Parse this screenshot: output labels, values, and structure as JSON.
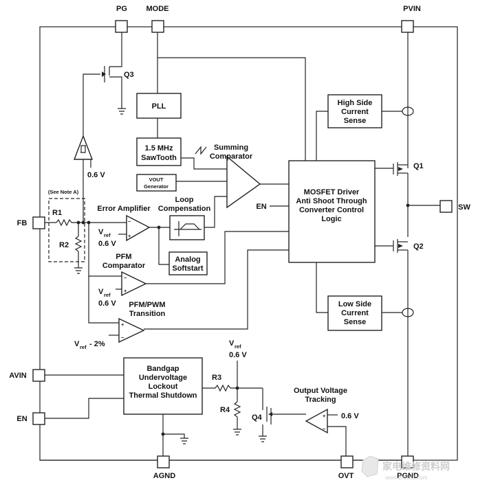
{
  "pins": {
    "pg": "PG",
    "mode": "MODE",
    "pvin": "PVIN",
    "fb": "FB",
    "sw": "SW",
    "avin": "AVIN",
    "en_pin": "EN",
    "agnd": "AGND",
    "ovt": "OVT",
    "pgnd": "PGND"
  },
  "blocks": {
    "pll": "PLL",
    "sawtooth_1": "1.5 MHz",
    "sawtooth_2": "SawTooth",
    "vout_gen_1": "VOUT",
    "vout_gen_2": "Generator",
    "summing_1": "Summing",
    "summing_2": "Comparator",
    "driver_1": "MOSFET Driver",
    "driver_2": "Anti Shoot Through",
    "driver_3": "Converter Control",
    "driver_4": "Logic",
    "driver_en": "EN",
    "hs_1": "High Side",
    "hs_2": "Current",
    "hs_3": "Sense",
    "ls_1": "Low Side",
    "ls_2": "Current",
    "ls_3": "Sense",
    "err_amp": "Error Amplifier",
    "loop_1": "Loop",
    "loop_2": "Compensation",
    "soft_1": "Analog",
    "soft_2": "Softstart",
    "pfm_1": "PFM",
    "pfm_2": "Comparator",
    "pfmpwm_1": "PFM/PWM",
    "pfmpwm_2": "Transition",
    "bg_1": "Bandgap",
    "bg_2": "Undervoltage",
    "bg_3": "Lockout",
    "bg_4": "Thermal Shutdown",
    "ovt_1": "Output Voltage",
    "ovt_2": "Tracking"
  },
  "labels": {
    "q1": "Q1",
    "q2": "Q2",
    "q3": "Q3",
    "q4": "Q4",
    "r1": "R1",
    "r2": "R2",
    "r3": "R3",
    "r4": "R4",
    "note_a": "(See Note A)",
    "v06_pg": "0.6 V",
    "vref_err": "V",
    "vref_err_sub": "ref",
    "vref_err_val": "0.6 V",
    "vref_pfm": "V",
    "vref_pfm_sub": "ref",
    "vref_pfm_val": "0.6 V",
    "vref_tr": "V",
    "vref_tr_sub": "ref",
    "vref_tr_val": "- 2%",
    "vref_bg": "V",
    "vref_bg_sub": "ref",
    "vref_bg_val": "0.6 V",
    "v06_ovt": "0.6 V"
  },
  "watermark": {
    "text_1": "家电维修资料网",
    "text_2": "www.2r01d1.com"
  }
}
